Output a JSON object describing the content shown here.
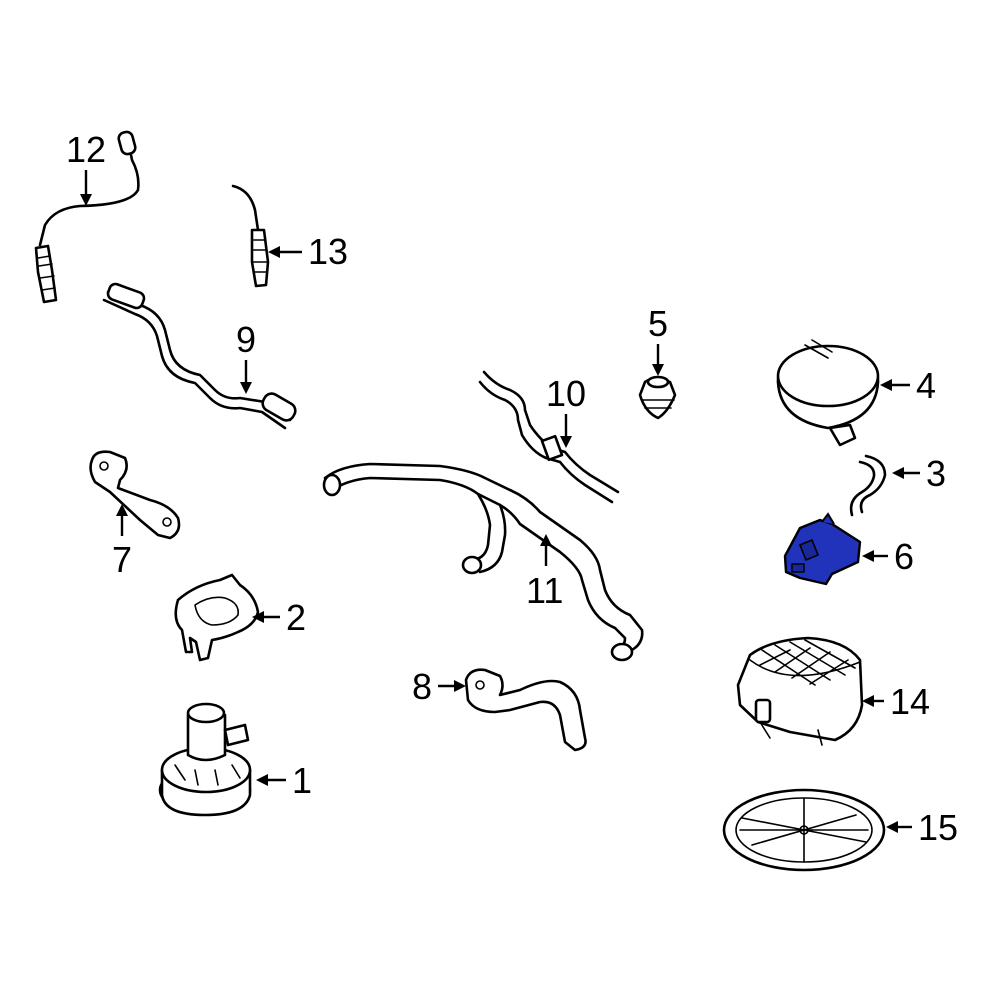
{
  "diagram": {
    "highlight_color": "#2233bb",
    "outline_color": "#000000",
    "background": "#ffffff",
    "highlighted_part": "6",
    "callouts": [
      {
        "id": "c1",
        "label": "1"
      },
      {
        "id": "c2",
        "label": "2"
      },
      {
        "id": "c3",
        "label": "3"
      },
      {
        "id": "c4",
        "label": "4"
      },
      {
        "id": "c5",
        "label": "5"
      },
      {
        "id": "c6",
        "label": "6"
      },
      {
        "id": "c7",
        "label": "7"
      },
      {
        "id": "c8",
        "label": "8"
      },
      {
        "id": "c9",
        "label": "9"
      },
      {
        "id": "c10",
        "label": "10"
      },
      {
        "id": "c11",
        "label": "11"
      },
      {
        "id": "c12",
        "label": "12"
      },
      {
        "id": "c13",
        "label": "13"
      },
      {
        "id": "c14",
        "label": "14"
      },
      {
        "id": "c15",
        "label": "15"
      }
    ]
  }
}
